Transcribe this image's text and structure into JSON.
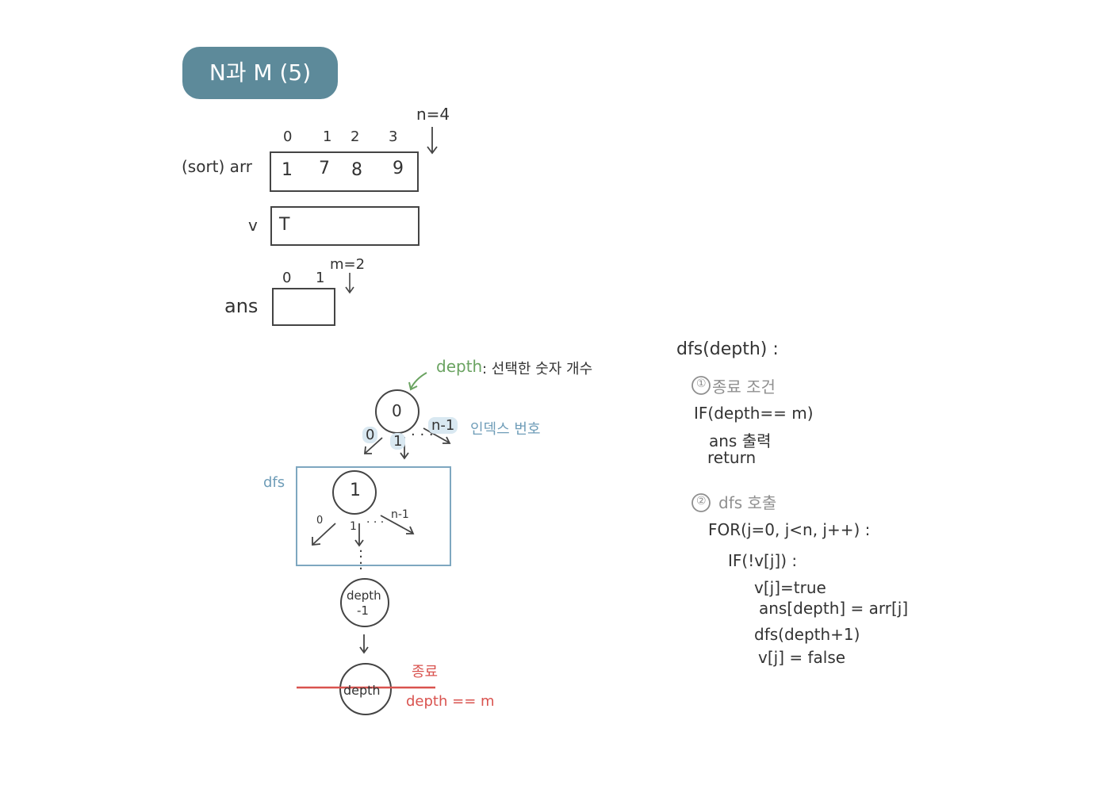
{
  "title": "N과 M (5)",
  "arr": {
    "label": "(sort) arr",
    "indices": [
      "0",
      "1",
      "2",
      "3"
    ],
    "values": [
      "1",
      "7",
      "8",
      "9"
    ],
    "n_note": "n=4"
  },
  "v": {
    "label": "v",
    "value": "T"
  },
  "ans": {
    "label": "ans",
    "indices": [
      "0",
      "1"
    ],
    "m_note": "m=2"
  },
  "tree": {
    "depth_note_word": "depth",
    "depth_note_rest": ": 선택한 숫자 개수",
    "root": "0",
    "edge_first": "0",
    "edge_second": "1",
    "edge_dots": "· · ·",
    "edge_last": "n-1",
    "index_note": "인덱스 번호",
    "dfs_label": "dfs",
    "level1": "1",
    "level1_edge_first": "0",
    "level1_edge_second": "1",
    "level1_edge_dots": "· · ·",
    "level1_edge_last": "n-1",
    "vdots": ":",
    "node_depth_minus_top": "depth",
    "node_depth_minus_bottom": "-1",
    "node_depth": "depth",
    "end_label": "종료",
    "end_condition": "depth == m"
  },
  "code": {
    "signature": "dfs(depth) :",
    "section1_num": "①",
    "section1_title": "종료 조건",
    "if_line": "IF(depth== m)",
    "print_line": "ans 출력",
    "return_line": "return",
    "section2_num": "②",
    "section2_title": "dfs 호출",
    "for_line": "FOR(j=0, j<n, j++) :",
    "if2_line": "IF(!v[j]) :",
    "set_true": "v[j]=true",
    "assign_ans": "ans[depth] = arr[j]",
    "recurse": "dfs(depth+1)",
    "set_false": "v[j] = false"
  }
}
